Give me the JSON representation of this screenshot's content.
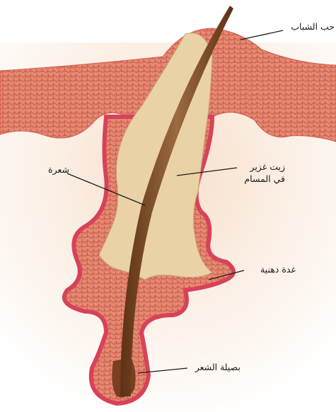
{
  "labels": {
    "acne": "حب الشباب",
    "hair": "شعرة",
    "sebum_line1": "زيت غزير",
    "sebum_line2": "في المسام",
    "gland": "غدة دهنية",
    "bulb": "بصيلة الشعر"
  },
  "colors": {
    "skin_background": "#f7dfca",
    "epidermis": "#e58a72",
    "cell_outline": "#c85a4a",
    "follicle_wall": "#d7425a",
    "sebum": "#e9d2a6",
    "hair": "#7a4522",
    "leader_line": "#1a1a1a"
  }
}
